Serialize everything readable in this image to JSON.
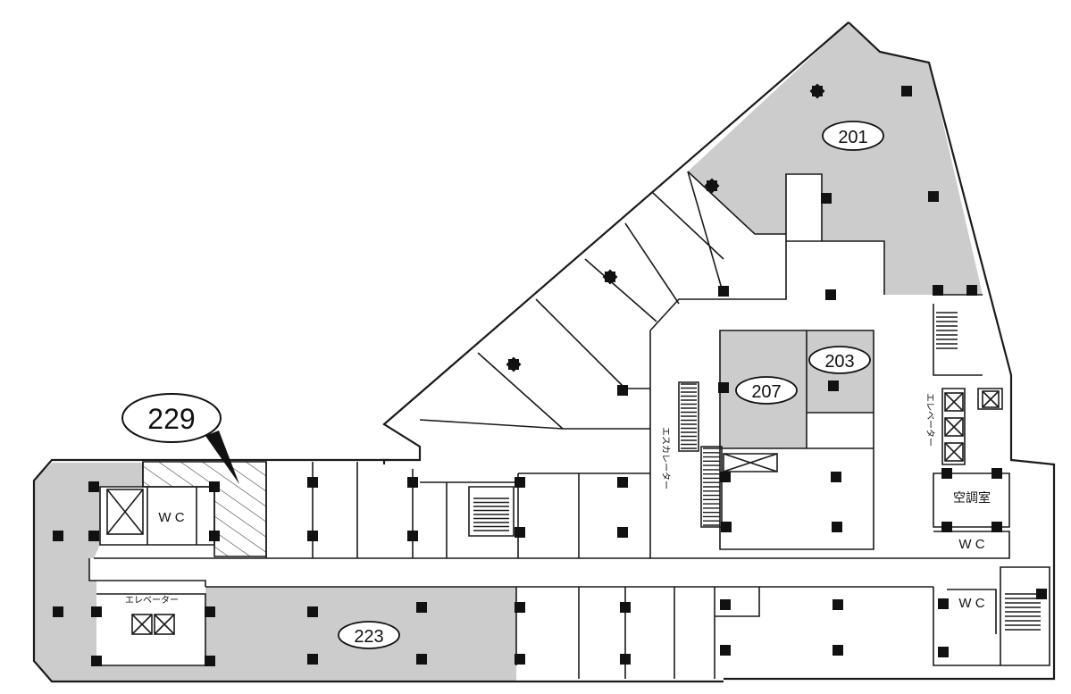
{
  "colors": {
    "leased": "#cccccc",
    "background": "#ffffff",
    "wall": "#1a1a1a",
    "hatch": "#444444"
  },
  "units": [
    {
      "id": "201",
      "label": "201"
    },
    {
      "id": "203",
      "label": "203"
    },
    {
      "id": "207",
      "label": "207"
    },
    {
      "id": "223",
      "label": "223"
    },
    {
      "id": "229",
      "label": "229"
    }
  ],
  "rooms": {
    "wc_1": "W C",
    "wc_2": "W C",
    "wc_3": "W C",
    "hvac": "空調室",
    "elevator_left": "エレベーター",
    "elevator_right": "エレベーター",
    "escalator": "エスカレーター"
  },
  "icons": {
    "column": "square-column-icon",
    "elevator": "elevator-cross-icon",
    "stairs": "stairs-icon"
  }
}
